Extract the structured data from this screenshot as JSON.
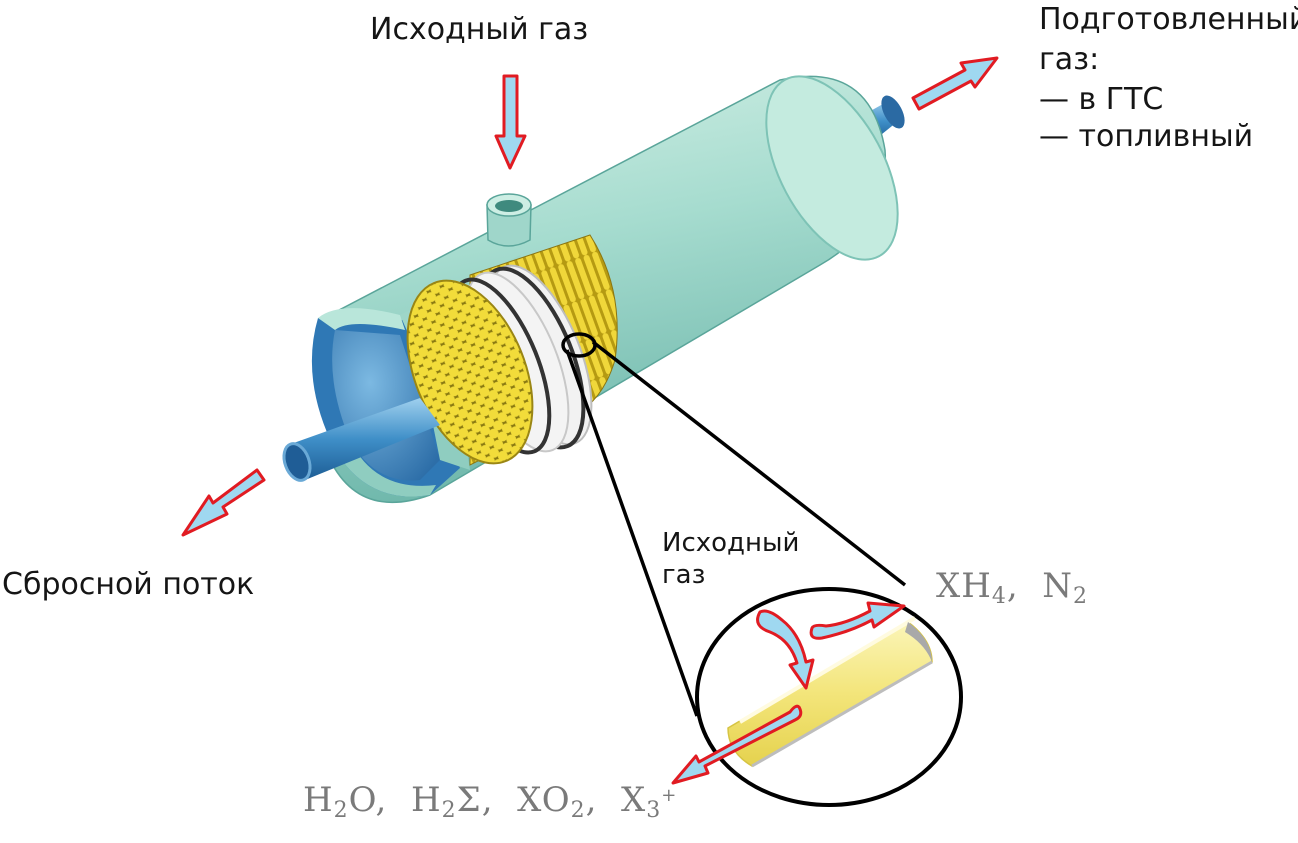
{
  "labels": {
    "feed_top": "Исходный газ",
    "product_line1": "Подготовленный",
    "product_line2": "газ:",
    "product_line3": "— в ГТС",
    "product_line4": "— топливный",
    "waste": "Сбросной поток",
    "feed_zoom_line1": "Исходный",
    "feed_zoom_line2": "газ"
  },
  "formulas": {
    "retentate": {
      "a": "XH",
      "a_sub": "4",
      "sep": ",  ",
      "b": "N",
      "b_sub": "2"
    },
    "permeate": {
      "a": "H",
      "a_sub": "2",
      "a2": "O",
      "sep1": ",  ",
      "b": "H",
      "b_sub": "2",
      "b2": "Σ",
      "sep2": ",  ",
      "c": "XO",
      "c_sub": "2",
      "sep3": ",  ",
      "d": "X",
      "d_sub": "3",
      "d_sup": "+"
    }
  },
  "colors": {
    "shell": "#a8dcd0",
    "shell_dark": "#6fb8ad",
    "pipe": "#3f8fc8",
    "membrane": "#e6cf2a",
    "arrow_fill": "#9fd8f0",
    "arrow_stroke": "#e11b22",
    "zoom_outline": "#000000"
  }
}
